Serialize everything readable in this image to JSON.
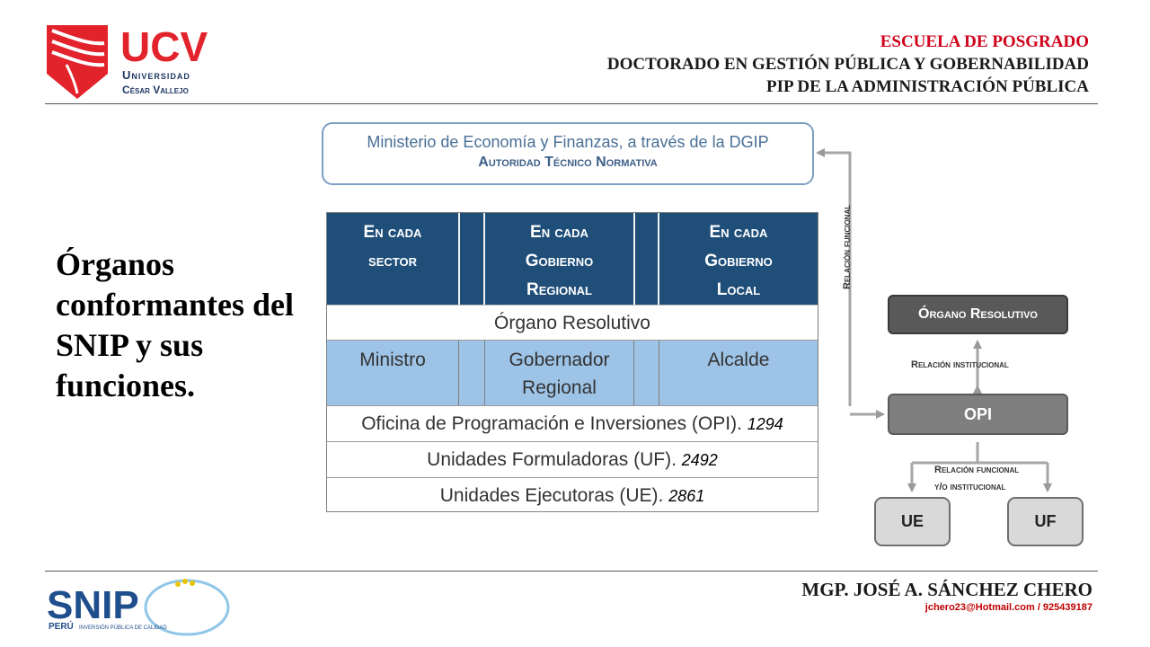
{
  "header": {
    "logo": {
      "brand": "UCV",
      "line1": "Universidad",
      "line2": "César Vallejo"
    },
    "line1": "ESCUELA DE POSGRADO",
    "line2": "DOCTORADO EN GESTIÓN PÚBLICA Y GOBERNABILIDAD",
    "line3": "PIP DE LA ADMINISTRACIÓN PÚBLICA"
  },
  "title": "Órganos conformantes del SNIP y sus funciones.",
  "dgip": {
    "line1": "Ministerio de Economía y Finanzas, a través de la DGIP",
    "line2": "Autoridad Técnico Normativa"
  },
  "table": {
    "headers": [
      {
        "l1": "En cada",
        "l2": "sector",
        "l3": ""
      },
      {
        "l1": "En cada",
        "l2": "Gobierno",
        "l3": "Regional"
      },
      {
        "l1": "En cada",
        "l2": "Gobierno",
        "l3": "Local"
      }
    ],
    "resolutivo": "Órgano Resolutivo",
    "authorities": [
      {
        "l1": "Ministro",
        "l2": ""
      },
      {
        "l1": "Gobernador",
        "l2": "Regional"
      },
      {
        "l1": "Alcalde",
        "l2": ""
      }
    ],
    "rows": [
      {
        "label": "Oficina de Programación e Inversiones (OPI). ",
        "count": "1294"
      },
      {
        "label": "Unidades Formuladoras (UF). ",
        "count": "2492"
      },
      {
        "label": "Unidades Ejecutoras (UE). ",
        "count": "2861"
      }
    ]
  },
  "diagram": {
    "relacion_funcional": "Relación funcional",
    "organo": "Órgano Resolutivo",
    "relacion_institucional": "Relación institucional",
    "opi": "OPI",
    "relacion_funcional_2a": "Relación funcional",
    "relacion_funcional_2b": "y/o institucional",
    "ue": "UE",
    "uf": "UF"
  },
  "footer": {
    "logo": {
      "brand": "SNIP",
      "line1": "PERÚ",
      "line2": "INVERSIÓN PÚBLICA DE CALIDAD"
    },
    "author": "MGP. JOSÉ A. SÁNCHEZ CHERO",
    "contact": "jchero23@Hotmail.com / 925439187"
  },
  "colors": {
    "brand_red": "#e3232c",
    "header_blue": "#1f4e79",
    "light_blue": "#9dc3e6",
    "contact_red": "#c00000"
  }
}
